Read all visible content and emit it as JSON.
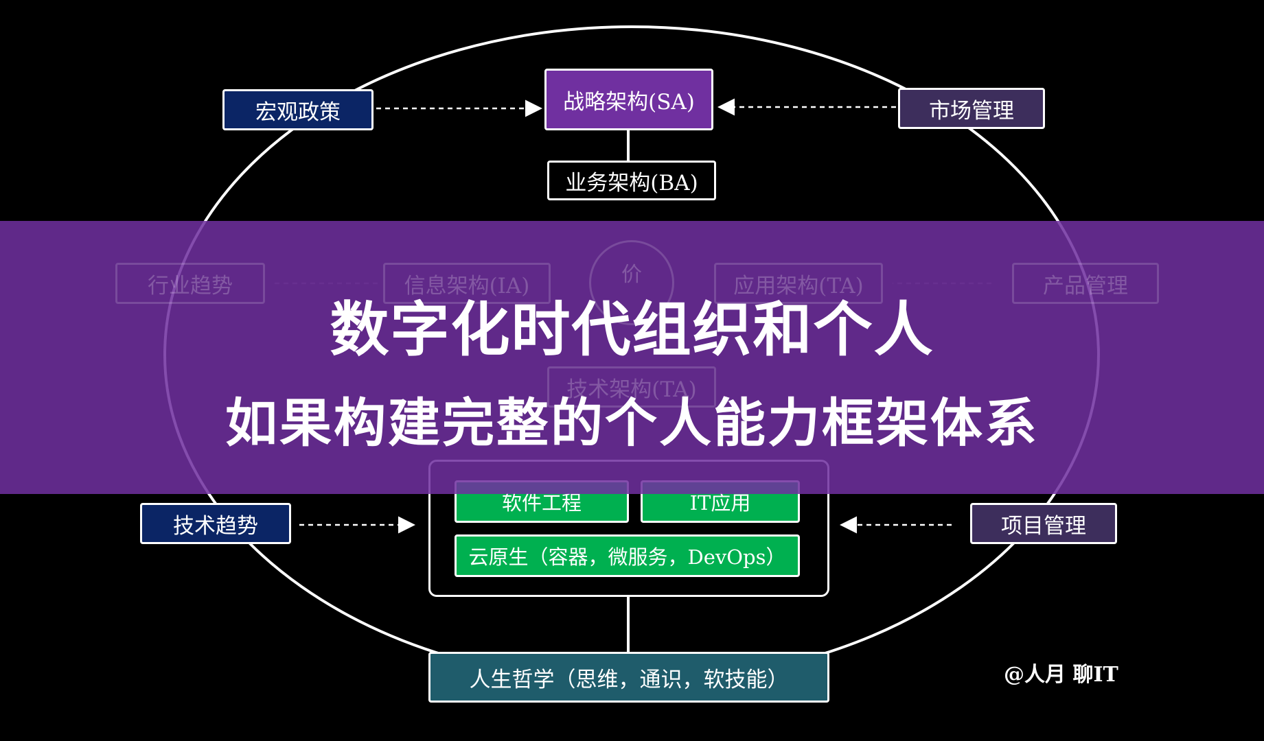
{
  "colors": {
    "background": "#000000",
    "banner": "#7030a0",
    "navy_box": "#0b2565",
    "purple_box": "#7030a0",
    "slate_box": "#3d2e5c",
    "green_box": "#00b050",
    "teal_box": "#1f5c6b",
    "line": "#ffffff"
  },
  "boxes": {
    "macro_policy": "宏观政策",
    "strategy_arch": "战略架构(SA)",
    "market_mgmt": "市场管理",
    "business_arch": "业务架构(BA)",
    "industry_trend": "行业趋势",
    "info_arch": "信息架构(IA)",
    "value_circle": "价",
    "app_arch": "应用架构(TA)",
    "product_mgmt": "产品管理",
    "tech_arch": "技术架构(TA)",
    "software_eng": "软件工程",
    "it_app": "IT应用",
    "cloud_native": "云原生（容器，微服务，DevOps）",
    "tech_trend": "技术趋势",
    "project_mgmt": "项目管理",
    "life_philosophy": "人生哲学（思维，通识，软技能）"
  },
  "title": {
    "line1": "数字化时代组织和个人",
    "line2": "如果构建完整的个人能力框架体系"
  },
  "watermark": "@人月 聊IT"
}
